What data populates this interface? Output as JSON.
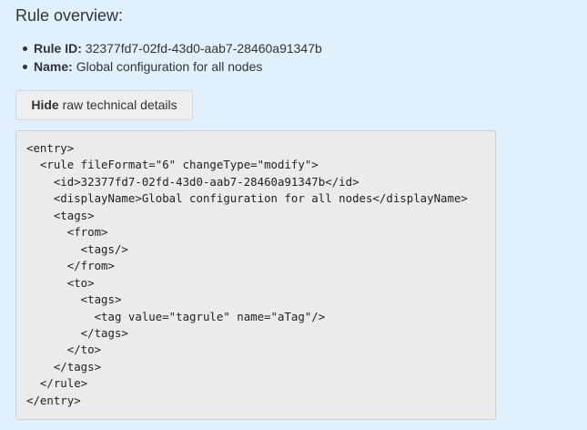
{
  "heading": "Rule overview:",
  "details": [
    {
      "key": "Rule ID:",
      "value": "32377fd7-02fd-43d0-aab7-28460a91347b"
    },
    {
      "key": "Name:",
      "value": "Global configuration for all nodes"
    }
  ],
  "toggle": {
    "bold": "Hide",
    "rest": "raw technical details"
  },
  "raw_xml": [
    "<entry>",
    "  <rule fileFormat=\"6\" changeType=\"modify\">",
    "    <id>32377fd7-02fd-43d0-aab7-28460a91347b</id>",
    "    <displayName>Global configuration for all nodes</displayName>",
    "    <tags>",
    "      <from>",
    "        <tags/>",
    "      </from>",
    "      <to>",
    "        <tags>",
    "          <tag value=\"tagrule\" name=\"aTag\"/>",
    "        </tags>",
    "      </to>",
    "    </tags>",
    "  </rule>",
    "</entry>"
  ]
}
